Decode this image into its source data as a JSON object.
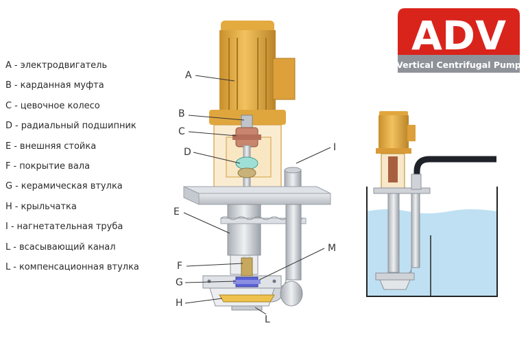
{
  "logo": {
    "brand": "ADV",
    "subtitle": "Vertical Centrifugal Pump"
  },
  "legend": [
    {
      "key": "A",
      "text": "электродвигатель"
    },
    {
      "key": "B",
      "text": "карданная муфта"
    },
    {
      "key": "C",
      "text": "цевочное колесо"
    },
    {
      "key": "D",
      "text": "радиальный подшипник"
    },
    {
      "key": "E",
      "text": "внешняя стойка"
    },
    {
      "key": "F",
      "text": "покрытие вала"
    },
    {
      "key": "G",
      "text": "керамическая втулка"
    },
    {
      "key": "H",
      "text": "крыльчатка"
    },
    {
      "key": "I",
      "text": "нагнетательная труба"
    },
    {
      "key": "L",
      "text": "всасывающий канал"
    },
    {
      "key": "L",
      "text": "компенсационная втулка"
    }
  ],
  "callouts": {
    "A": "A",
    "B": "B",
    "C": "C",
    "D": "D",
    "E": "E",
    "F": "F",
    "G": "G",
    "H": "H",
    "I": "I",
    "L": "L",
    "M": "M"
  },
  "colors": {
    "motor": "#e8b24a",
    "motor_dark": "#b98428",
    "metal": "#d6dadf",
    "metal_dark": "#9aa1a8",
    "brand_red": "#d9241c",
    "water": "#bfe0f3",
    "pipe": "#1f2329"
  }
}
